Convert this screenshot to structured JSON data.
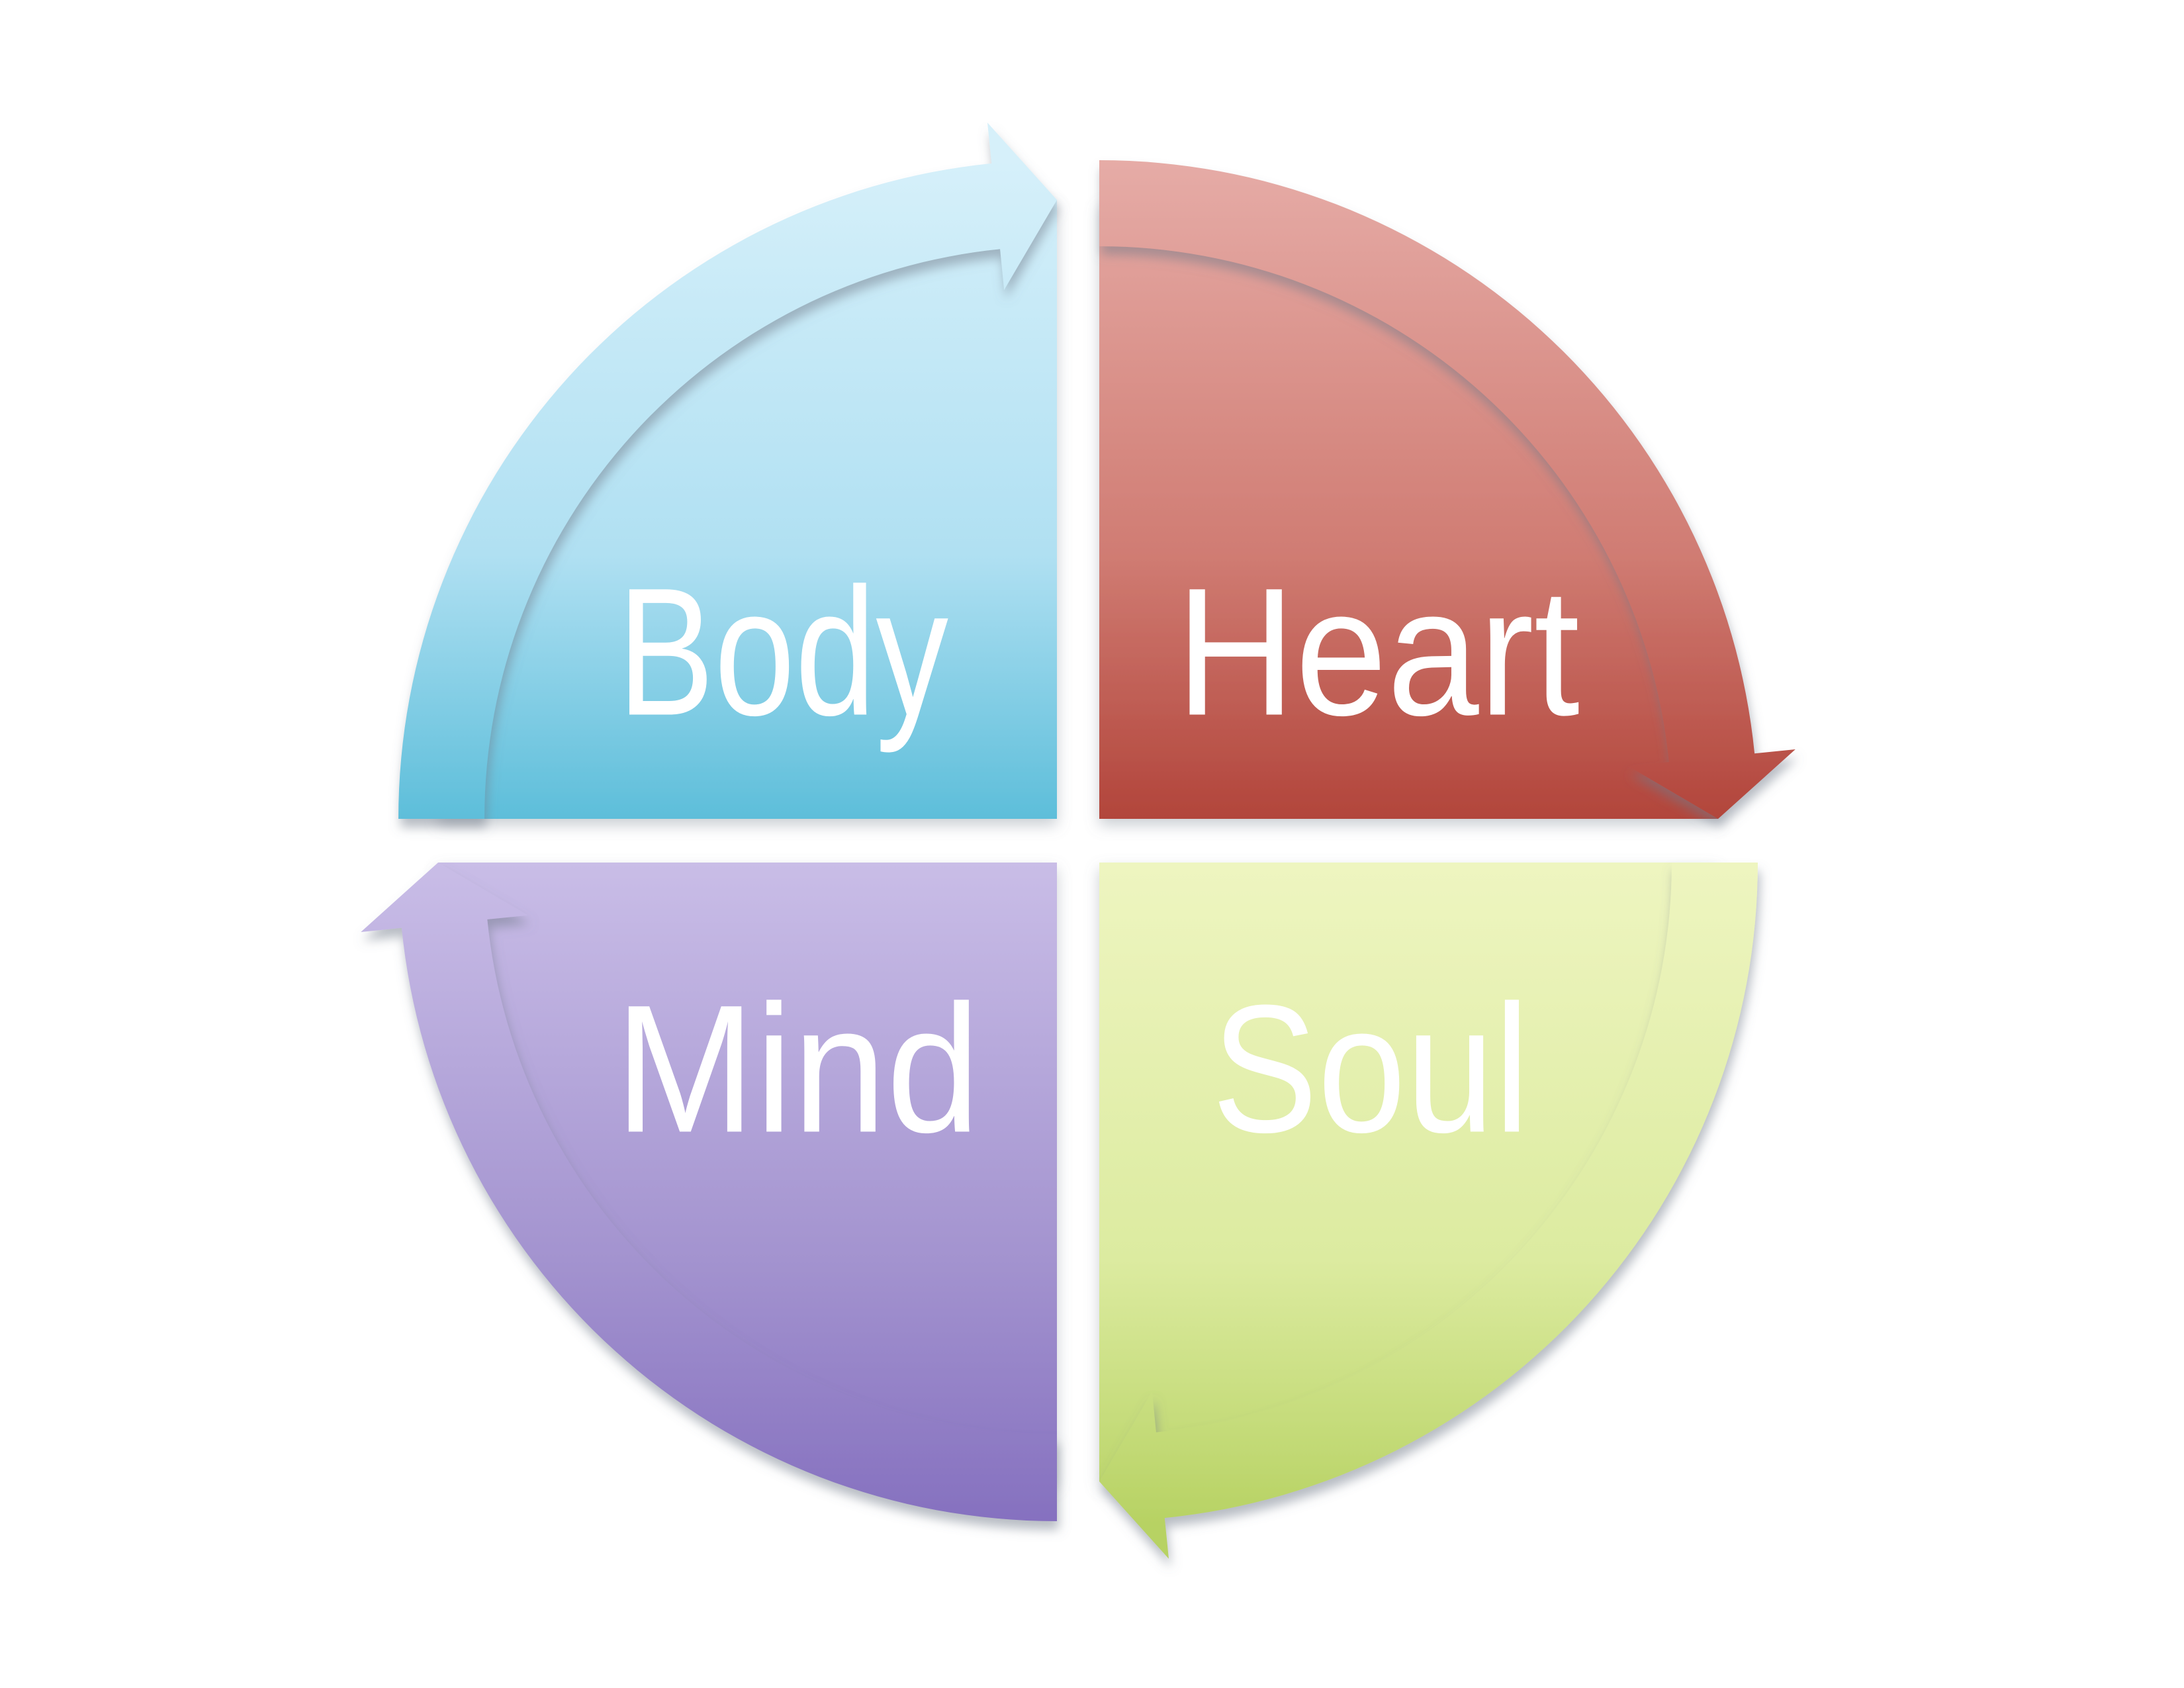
{
  "page": {
    "background": "#ffffff"
  },
  "diagram": {
    "type": "cycle",
    "direction": "clockwise",
    "label_color": "#ffffff",
    "segments": [
      {
        "id": "body",
        "label": "Body",
        "position": "top-left",
        "color_top": "#d6f0fa",
        "color_mid": "#b0e0f2",
        "color_bottom": "#5dbeda"
      },
      {
        "id": "heart",
        "label": "Heart",
        "position": "top-right",
        "color_top": "#e6aca7",
        "color_mid": "#d07c73",
        "color_bottom": "#b2453b"
      },
      {
        "id": "soul",
        "label": "Soul",
        "position": "bottom-right",
        "color_top": "#eef5c0",
        "color_mid": "#dceba0",
        "color_bottom": "#b7d263"
      },
      {
        "id": "mind",
        "label": "Mind",
        "position": "bottom-left",
        "color_top": "#c9bde7",
        "color_mid": "#a393cf",
        "color_bottom": "#8570bf"
      }
    ]
  }
}
